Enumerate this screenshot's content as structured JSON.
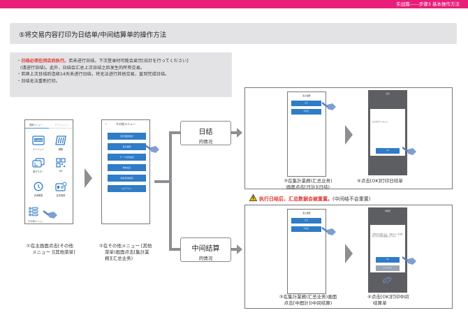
{
  "header": {
    "breadcrumb": "实战篇——步骤3  基本操作方法",
    "accent_color": "#e91e79"
  },
  "section": {
    "title": "⑤将交易内容打印为日结单/中间结算单的操作方法"
  },
  "notes": {
    "line1_red": "日结必须在闭店后执行。",
    "line1_rest": "若未进行日结，下次登录时可能会显示[日計を行ってください]",
    "line2": "(请进行日结)。此外，日结会汇总上次日结之后发生的所有交易。",
    "line3": "若继上次日结后连续14天未进行日结，将无法进行其他交易，直到完成日结。",
    "line4": "日结无法重新打印。",
    "bullet": "・"
  },
  "step1": {
    "tabs": [
      "業務メニュー",
      "アプリメニュー"
    ],
    "items": [
      {
        "label": "クレジット",
        "icon": "credit-card-icon"
      },
      {
        "label": "銀聯",
        "icon": "unionpay-card-icon"
      },
      {
        "label": "電子マネー",
        "icon": "e-money-icon"
      },
      {
        "label": "QR",
        "icon": "qr-code-icon"
      },
      {
        "label": "決済履歴",
        "icon": "history-clock-icon"
      },
      {
        "label": "会員登録",
        "icon": "member-card-icon"
      }
    ],
    "other_menu_label": "その他メニュー",
    "caption_line1": "①在主画面点击[その他",
    "caption_line2": "メニュー ][其他菜单]"
  },
  "step2": {
    "screen_title": "その他メニュー",
    "back": "<",
    "buttons": [
      "取引履歴確認",
      "集計業務",
      "モード切替設定",
      "端末設定",
      "端末情報確認",
      "ログアウト"
    ],
    "caption_line1": "②在その他メニュー [其他",
    "caption_line2": "菜单)画面点击[集計業",
    "caption_line3": "務][汇总业务)"
  },
  "cases": {
    "daily": {
      "big": "日结",
      "small": "的情况"
    },
    "interim": {
      "big": "中间结算",
      "small": "的情况"
    }
  },
  "daily_flow": {
    "step3": {
      "screen_title": "集計業務",
      "buttons": [
        "日計",
        "中間計"
      ],
      "caption_line1": "③在集計業務(汇总业务)",
      "caption_line2": "画面点击[日計](日结)"
    },
    "step4": {
      "screen_title": "日計",
      "message": "日計が完了しました。",
      "ok": "OK",
      "caption": "④点击[OK]打印日结单"
    }
  },
  "warning": {
    "red_text": "执行日结后，汇总数据会被重置。",
    "rest": "(中间结不会重置)"
  },
  "interim_flow": {
    "step3": {
      "screen_title": "集計業務",
      "buttons": [
        "日計",
        "中間計"
      ],
      "caption_line1": "③在集計業務(汇总业务)画面",
      "caption_line2": "点击[中間計](中间结算)"
    },
    "step4": {
      "screen_title": "中間計",
      "message": "中間計を印刷します。\n※集計データは削除されず中間計算後になります。",
      "ok": "OK",
      "cancel": "キャンセル",
      "caption_line1": "④点击[OK]打印中间",
      "caption_line2": "结算单"
    }
  },
  "colors": {
    "button_blue": "#2f7cc7",
    "connector_grey": "#8d8e92",
    "warning_red": "#e3342f"
  }
}
